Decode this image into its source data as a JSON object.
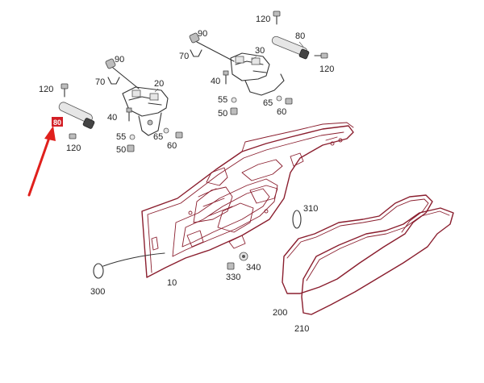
{
  "diagram": {
    "part_labels": [
      "120",
      "80",
      "90",
      "30",
      "70",
      "40",
      "55",
      "50",
      "65",
      "60",
      "120",
      "90",
      "70",
      "20",
      "120",
      "40",
      "55",
      "50",
      "65",
      "60",
      "120",
      "310",
      "300",
      "10",
      "330",
      "340",
      "200",
      "210"
    ],
    "highlight_tag": "80",
    "colors": {
      "part_outline": "#8a1e2e",
      "arrow": "#e0201c",
      "background": "#ffffff"
    }
  }
}
